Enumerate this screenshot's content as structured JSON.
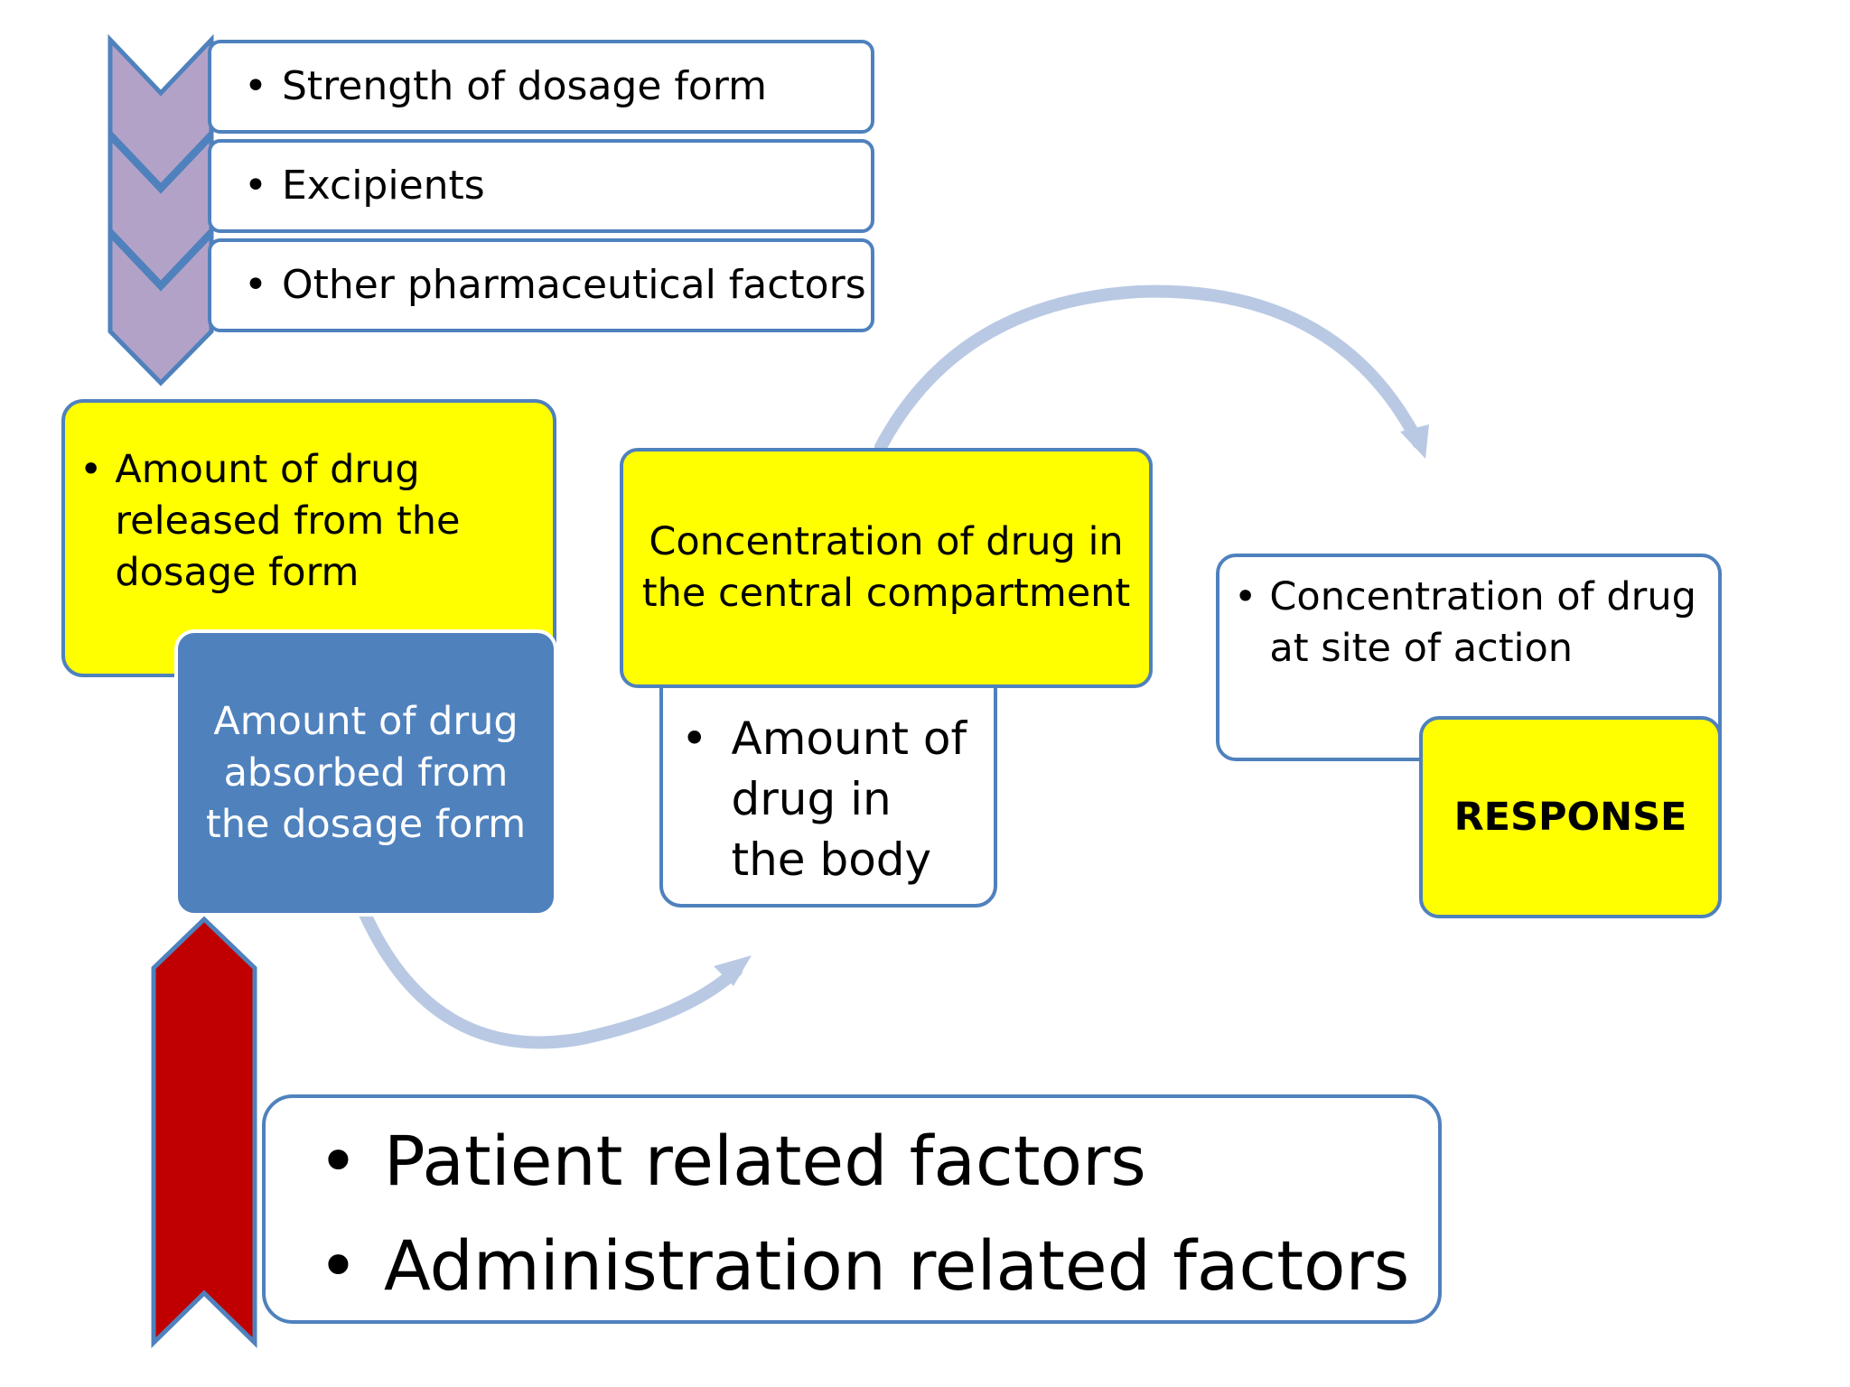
{
  "bullet_glyph": "•",
  "pharma_factors": [
    {
      "label": "Strength of dosage form"
    },
    {
      "label": "Excipients"
    },
    {
      "label": "Other pharmaceutical factors"
    }
  ],
  "amount_released": "Amount of drug released from the dosage form",
  "amount_absorbed": "Amount of drug absorbed from the dosage form",
  "concentration_central": "Concentration of drug in the central compartment",
  "amount_in_body": "Amount of drug in the body",
  "concentration_site": "Concentration of drug at site of action",
  "response": "RESPONSE",
  "patient_factors": [
    {
      "label": "Patient related factors"
    },
    {
      "label": "Administration related factors"
    }
  ],
  "colors": {
    "border_blue": "#4f81bd",
    "yellow": "#ffff00",
    "chevron_purple": "#b3a2c7",
    "ribbon_red": "#c00000",
    "arc_blue": "#b9c9e4"
  }
}
